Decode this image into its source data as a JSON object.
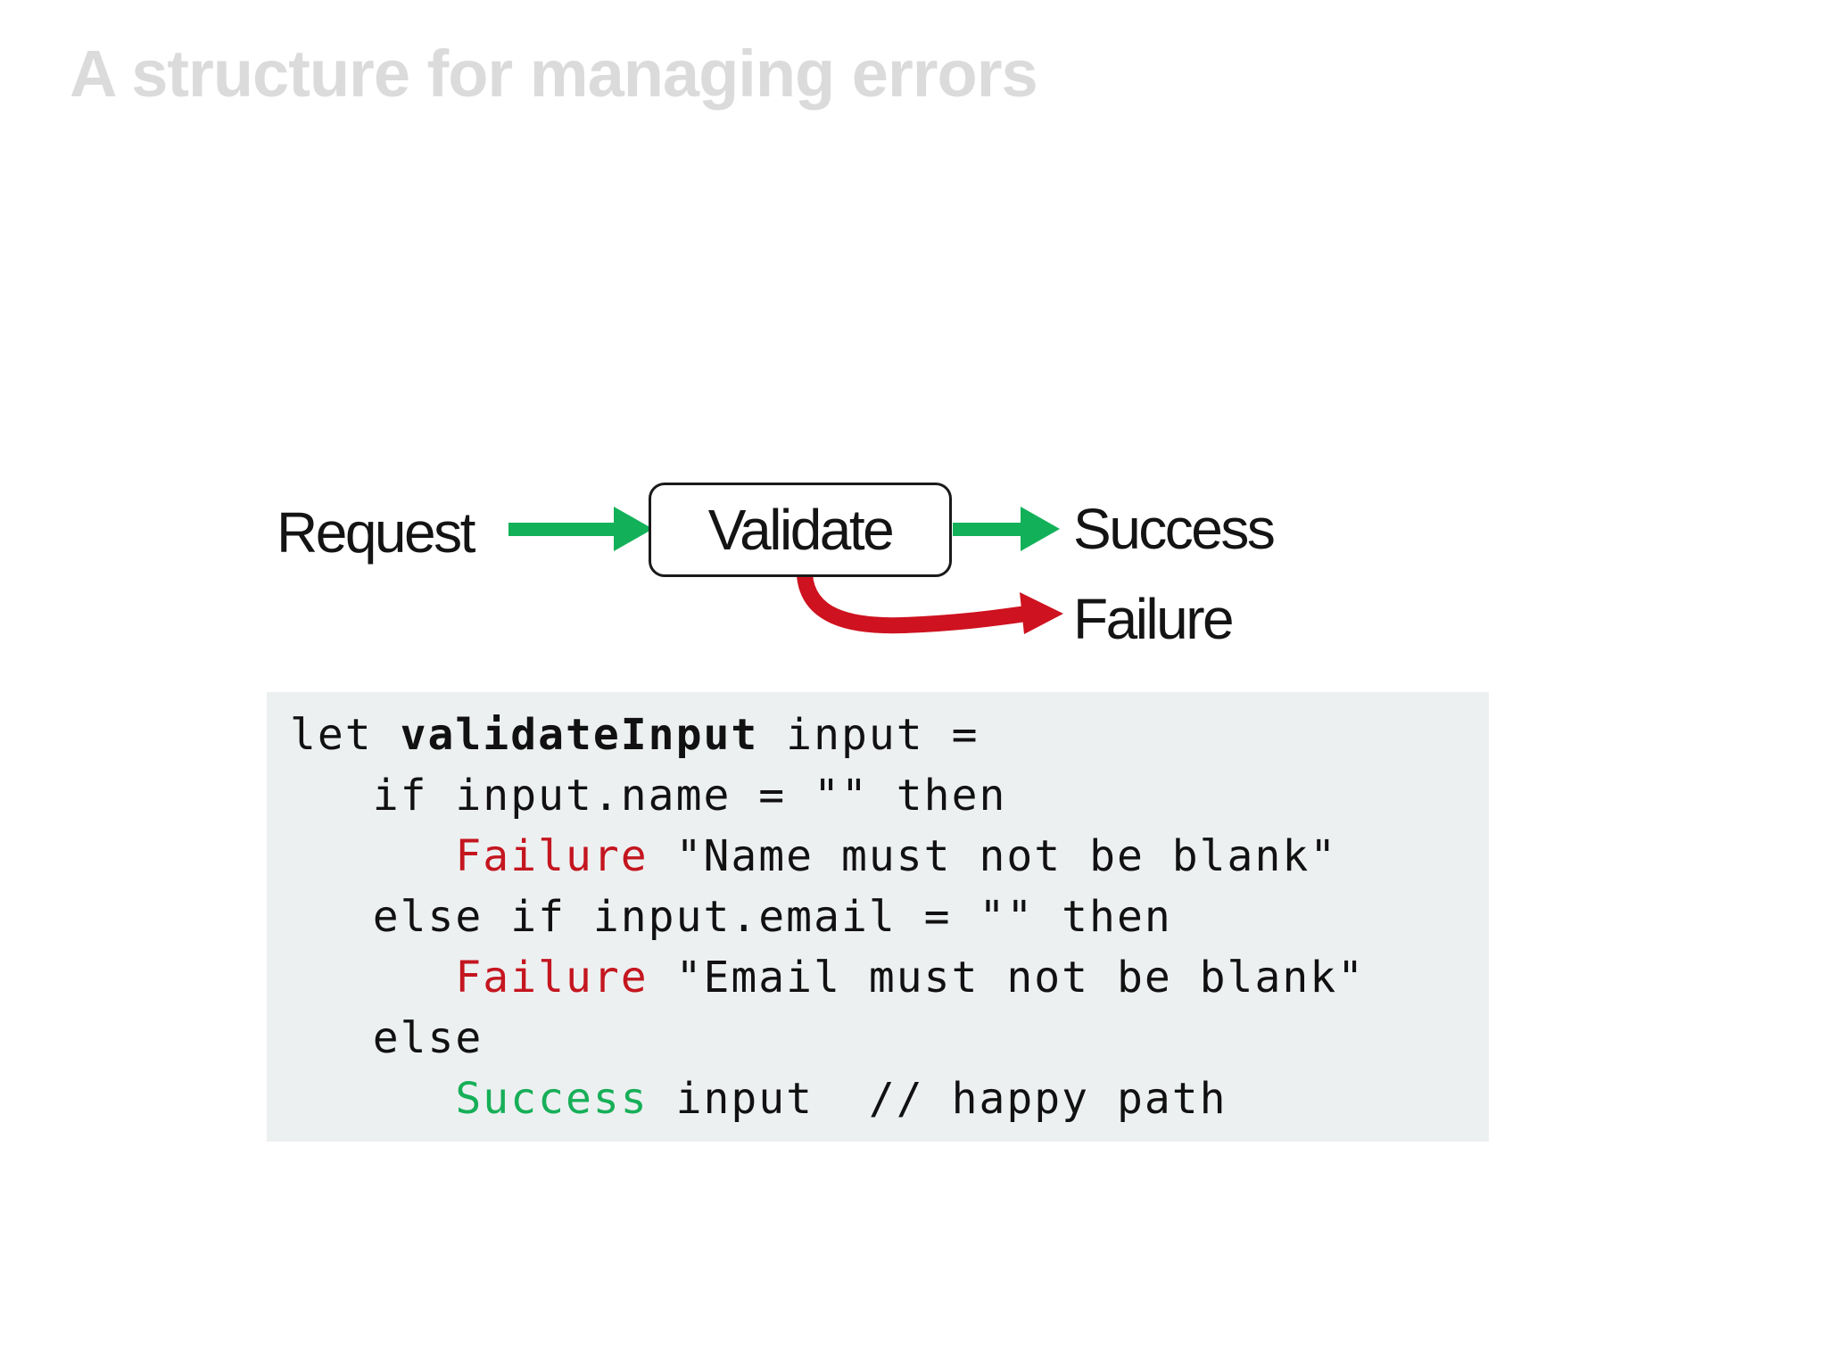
{
  "title": "A structure for managing errors",
  "diagram": {
    "request_label": "Request",
    "validate_label": "Validate",
    "success_label": "Success",
    "failure_label": "Failure",
    "colors": {
      "success_arrow_green": "#12b159",
      "failure_arrow_red": "#ce121f",
      "box_border": "#1a1a1a",
      "label_text": "#141414",
      "title_gray": "#dbdbdb"
    }
  },
  "code": {
    "background": "#edf0f1",
    "colors": {
      "failure_keyword_red": "#c4161f",
      "success_keyword_green": "#17af58",
      "plain_text": "#111111"
    },
    "lines": [
      {
        "segments": [
          {
            "text": "let ",
            "style": "plain"
          },
          {
            "text": "validateInput",
            "style": "bold"
          },
          {
            "text": " input =",
            "style": "plain"
          }
        ]
      },
      {
        "segments": [
          {
            "text": "   if input.name = \"\" then",
            "style": "plain"
          }
        ]
      },
      {
        "segments": [
          {
            "text": "      ",
            "style": "plain"
          },
          {
            "text": "Failure",
            "style": "red"
          },
          {
            "text": " \"Name must not be blank\"",
            "style": "plain"
          }
        ]
      },
      {
        "segments": [
          {
            "text": "   else if input.email = \"\" then",
            "style": "plain"
          }
        ]
      },
      {
        "segments": [
          {
            "text": "      ",
            "style": "plain"
          },
          {
            "text": "Failure",
            "style": "red"
          },
          {
            "text": " \"Email must not be blank\"",
            "style": "plain"
          }
        ]
      },
      {
        "segments": [
          {
            "text": "   else",
            "style": "plain"
          }
        ]
      },
      {
        "segments": [
          {
            "text": "      ",
            "style": "plain"
          },
          {
            "text": "Success",
            "style": "green"
          },
          {
            "text": " input  // happy path",
            "style": "plain"
          }
        ]
      }
    ]
  }
}
